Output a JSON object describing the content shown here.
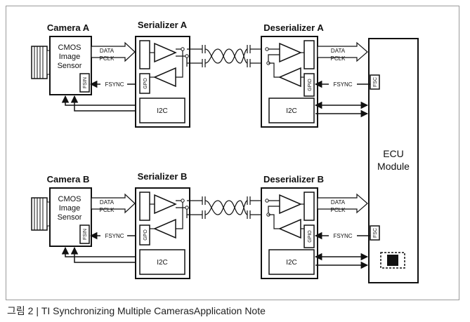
{
  "caption": "그림 2 | TI Synchronizing Multiple CamerasApplication Note",
  "channel_a": {
    "camera_title": "Camera A",
    "serializer_title": "Serializer A",
    "deserializer_title": "Deserializer A"
  },
  "channel_b": {
    "camera_title": "Camera B",
    "serializer_title": "Serializer B",
    "deserializer_title": "Deserializer B"
  },
  "sensor": {
    "line1": "CMOS",
    "line2": "Image",
    "line3": "Sensor",
    "fsin": "FSIN"
  },
  "signals": {
    "data": "DATA",
    "pclk": "PCLK",
    "fsync": "FSYNC"
  },
  "ports": {
    "gpo": "GPO",
    "gpio": "GPIO",
    "i2c": "I2C",
    "fsc": "FSC"
  },
  "ecu": {
    "line1": "ECU",
    "line2": "Module"
  },
  "colors": {
    "line": "#111111",
    "arrow_fill": "#ffffff",
    "frame": "#9a9a9a"
  }
}
